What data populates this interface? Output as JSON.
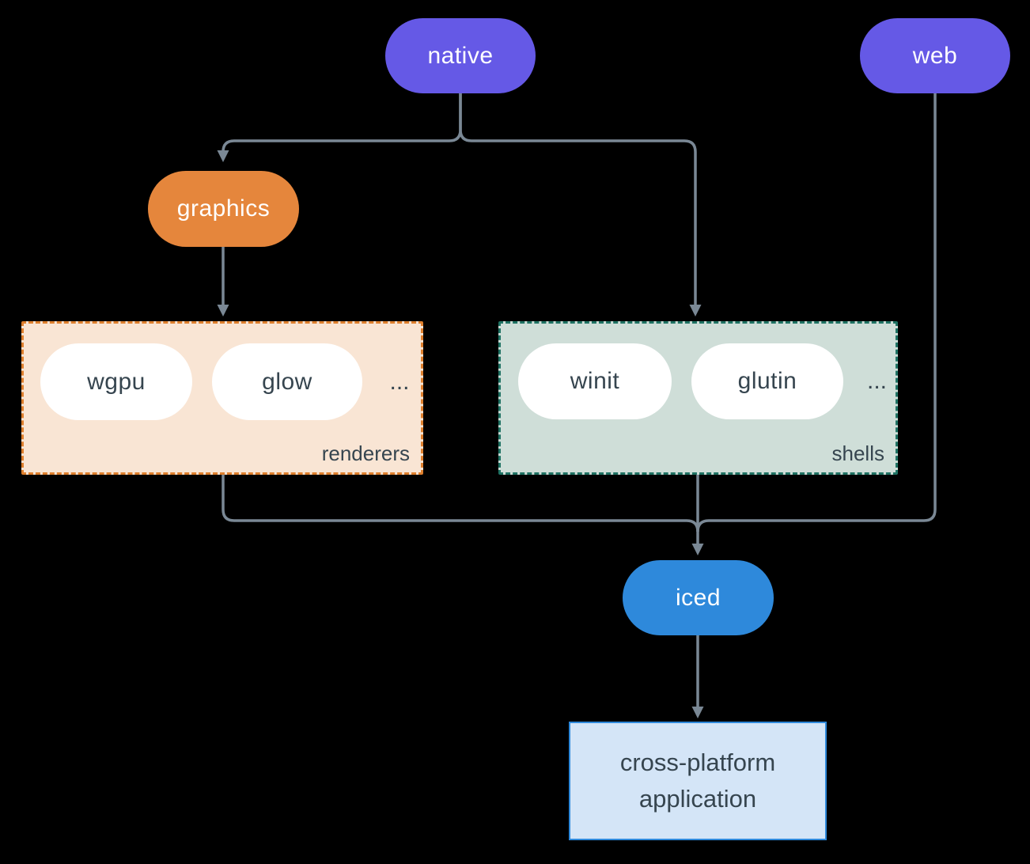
{
  "diagram": {
    "nodes": {
      "native": {
        "label": "native"
      },
      "web": {
        "label": "web"
      },
      "graphics": {
        "label": "graphics"
      },
      "iced": {
        "label": "iced"
      },
      "application": {
        "label": "cross-platform application"
      }
    },
    "groups": {
      "renderers": {
        "label": "renderers",
        "items": [
          "wgpu",
          "glow"
        ],
        "ellipsis": "..."
      },
      "shells": {
        "label": "shells",
        "items": [
          "winit",
          "glutin"
        ],
        "ellipsis": "..."
      }
    },
    "edges": [
      {
        "from": "native",
        "to": "graphics"
      },
      {
        "from": "native",
        "to": "shells"
      },
      {
        "from": "graphics",
        "to": "renderers"
      },
      {
        "from": "renderers",
        "to": "iced"
      },
      {
        "from": "shells",
        "to": "iced"
      },
      {
        "from": "web",
        "to": "iced"
      },
      {
        "from": "iced",
        "to": "application"
      }
    ],
    "colors": {
      "background": "#000000",
      "node_purple": "#6559e6",
      "node_orange": "#e5863c",
      "node_blue": "#2e89db",
      "node_white": "#ffffff",
      "renderers_fill": "#f9e5d4",
      "renderers_border": "#de7f2d",
      "shells_fill": "#cfded8",
      "shells_border": "#1f7263",
      "application_fill": "#d4e5f7",
      "application_border": "#2e89db",
      "edge": "#7a8895",
      "text_dark": "#36454f",
      "text_light": "#ffffff"
    }
  }
}
